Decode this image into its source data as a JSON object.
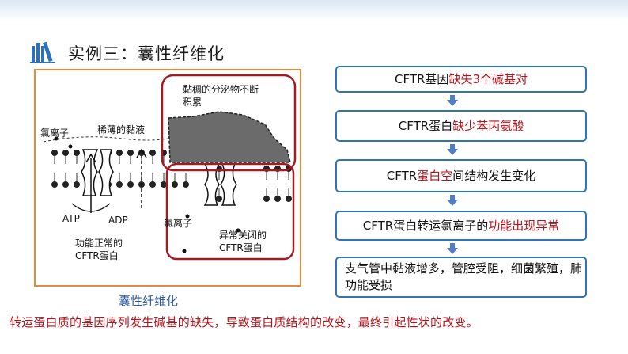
{
  "title": "实例三：囊性纤维化",
  "icon_name": "books-icon",
  "figure": {
    "labels": {
      "chloride_ion_left": "氯离子",
      "thin_mucus": "稀薄的黏液",
      "thick_secretion": "黏稠的分泌物不断积累",
      "atp": "ATP",
      "adp": "ADP",
      "normal_protein": "功能正常的CFTR蛋白",
      "chloride_ion_right": "氯离子",
      "closed_protein": "异常关闭的CFTR蛋白"
    },
    "caption": "囊性纤维化"
  },
  "flow": [
    {
      "normal": "CFTR基因",
      "highlight": "缺失3个碱基对",
      "tail": ""
    },
    {
      "normal": "CFTR蛋白",
      "highlight": "缺少苯丙氨酸",
      "tail": ""
    },
    {
      "normal": "CFTR",
      "highlight": "蛋白空",
      "tail": "间结构发生变化"
    },
    {
      "normal": "CFTR蛋白转运氯离子的",
      "highlight": "功能出现异常",
      "tail": ""
    },
    {
      "normal": "支气管中黏液增多，管腔受阻，细菌繁殖，肺功能受损",
      "highlight": "",
      "tail": ""
    }
  ],
  "conclusion": "转运蛋白质的基因序列发生碱基的缺失，导致蛋白质结构的改变，最终引起性状的改变。",
  "colors": {
    "accent_blue": "#2f75b5",
    "accent_red": "#b4121a",
    "frame_orange": "#e58a3c",
    "highlight_box_red": "#a31a22"
  }
}
